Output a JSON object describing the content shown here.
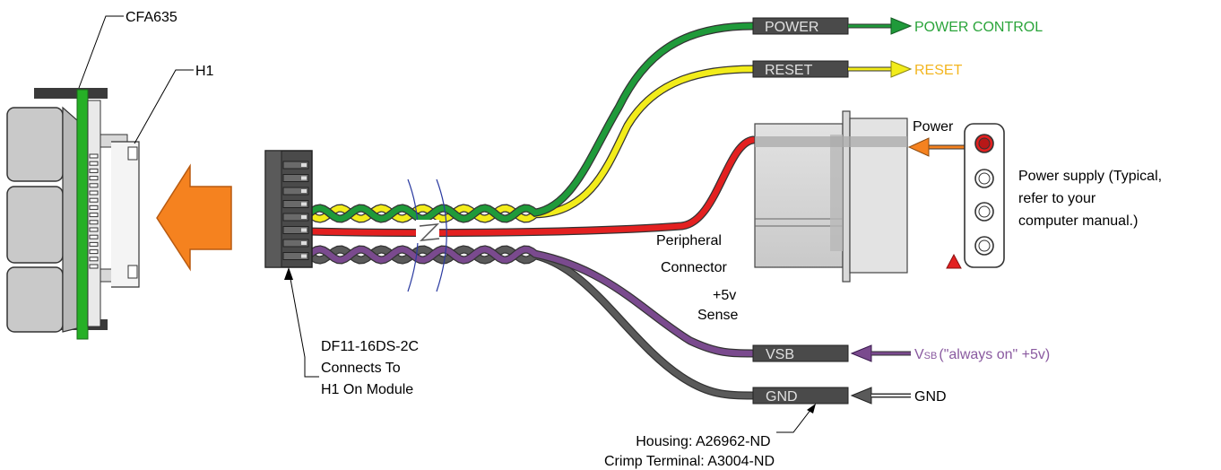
{
  "labels": {
    "module": "CFA635",
    "header": "H1",
    "cable_connector": [
      "DF11-16DS-2C",
      "Connects To",
      "H1 On Module"
    ],
    "peripheral": [
      "Peripheral",
      "Connector"
    ],
    "sense": [
      "+5v",
      "Sense"
    ],
    "power_tag": "Power",
    "power_supply": [
      "Power supply (Typical,",
      "refer to your",
      "computer manual.)"
    ],
    "housing": [
      "Housing: A26962-ND",
      "Crimp Terminal: A3004-ND"
    ]
  },
  "plugs": [
    {
      "id": "power",
      "label": "POWER",
      "signal": "POWER CONTROL"
    },
    {
      "id": "reset",
      "label": "RESET",
      "signal": "RESET"
    },
    {
      "id": "vsb",
      "label": "VSB",
      "signal_prefix": "V",
      "signal_sub": "SB",
      "signal": "(\"always on\" +5v)"
    },
    {
      "id": "gnd",
      "label": "GND",
      "signal": "GND"
    }
  ],
  "colors": {
    "green_wire": "#1f9a3a",
    "yellow_wire": "#f2ec1a",
    "red_wire": "#e32020",
    "purple_wire": "#7a4a8e",
    "gray_wire": "#5a5a5a",
    "arrow": "#f5821f",
    "power_text": "#2aa43a",
    "reset_text": "#f3b620",
    "vsb_text": "#8a5aa0",
    "pcb": "#26b026"
  }
}
